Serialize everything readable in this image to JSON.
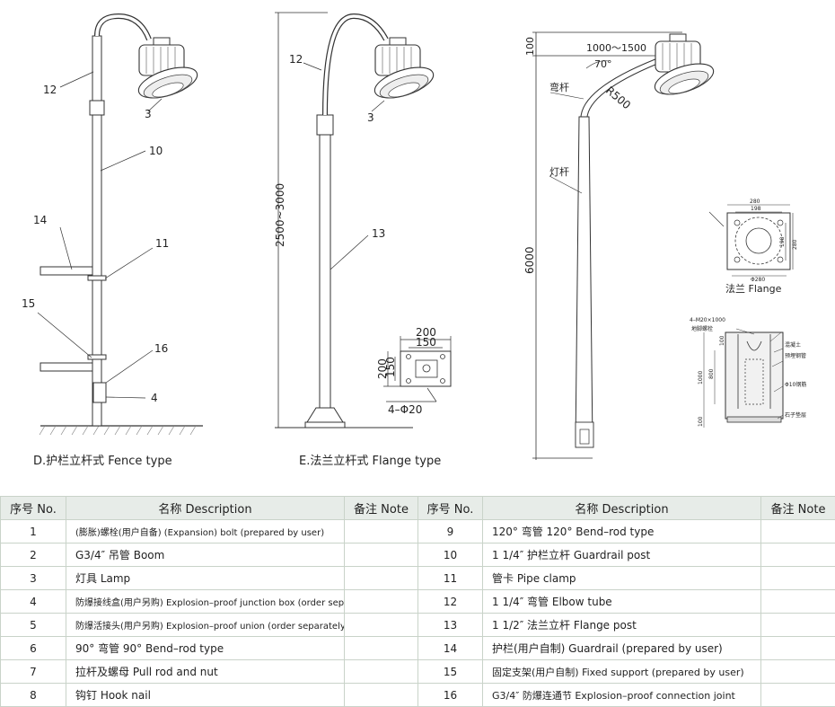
{
  "captions": {
    "fence": "D.护栏立杆式 Fence type",
    "flange": "E.法兰立杆式 Flange type"
  },
  "callouts": {
    "d_12": "12",
    "d_3": "3",
    "d_10": "10",
    "d_14": "14",
    "d_11": "11",
    "d_15": "15",
    "d_16": "16",
    "d_4": "4",
    "e_12": "12",
    "e_3": "3",
    "e_13": "13",
    "e_height": "2500~3000",
    "e_dim_200_top": "200",
    "e_dim_150_top": "150",
    "e_dim_200_side": "200",
    "e_dim_150_side": "150",
    "e_holes": "4–Φ20"
  },
  "pole_f": {
    "dim_100": "100",
    "reach": "1000～1500",
    "angle": "70°",
    "radius": "R500",
    "boom_label": "弯杆",
    "pole_label": "灯杆",
    "height": "6000",
    "flange_caption": "法兰  Flange",
    "flange_dims": [
      "280",
      "198",
      "198",
      "280",
      "Φ280"
    ],
    "foundation_labels": [
      "4–M20×1000",
      "地脚螺栓",
      "混凝土",
      "预埋钢管",
      "Φ10钢筋",
      "石子垫层"
    ],
    "foundation_dims": [
      "1000",
      "800",
      "100",
      "100"
    ]
  },
  "table": {
    "headers": [
      "序号 No.",
      "名称 Description",
      "备注 Note",
      "序号 No.",
      "名称 Description",
      "备注 Note"
    ],
    "left_rows": [
      {
        "no": "1",
        "desc": "(膨胀)螺栓(用户自备)  (Expansion) bolt (prepared by user)",
        "note": ""
      },
      {
        "no": "2",
        "desc": "G3/4″  吊管  Boom",
        "note": ""
      },
      {
        "no": "3",
        "desc": "灯具  Lamp",
        "note": ""
      },
      {
        "no": "4",
        "desc": "防爆接线盒(用户另购)  Explosion–proof junction box (order separately)",
        "note": ""
      },
      {
        "no": "5",
        "desc": "防爆活接头(用户另购)  Explosion–proof union (order separately)",
        "note": ""
      },
      {
        "no": "6",
        "desc": "90°  弯管  90°  Bend–rod type",
        "note": ""
      },
      {
        "no": "7",
        "desc": "拉杆及螺母  Pull rod and nut",
        "note": ""
      },
      {
        "no": "8",
        "desc": "钩钉  Hook nail",
        "note": ""
      }
    ],
    "right_rows": [
      {
        "no": "9",
        "desc": "120°  弯管  120°  Bend–rod type",
        "note": ""
      },
      {
        "no": "10",
        "desc": "1 1/4″  护栏立杆  Guardrail post",
        "note": ""
      },
      {
        "no": "11",
        "desc": "管卡  Pipe clamp",
        "note": ""
      },
      {
        "no": "12",
        "desc": "1 1/4″  弯管  Elbow tube",
        "note": ""
      },
      {
        "no": "13",
        "desc": "1 1/2″  法兰立杆  Flange post",
        "note": ""
      },
      {
        "no": "14",
        "desc": "护栏(用户自制)  Guardrail (prepared by user)",
        "note": ""
      },
      {
        "no": "15",
        "desc": "固定支架(用户自制)  Fixed support (prepared by user)",
        "note": ""
      },
      {
        "no": "16",
        "desc": "G3/4″  防爆连通节  Explosion–proof connection joint",
        "note": ""
      }
    ]
  }
}
